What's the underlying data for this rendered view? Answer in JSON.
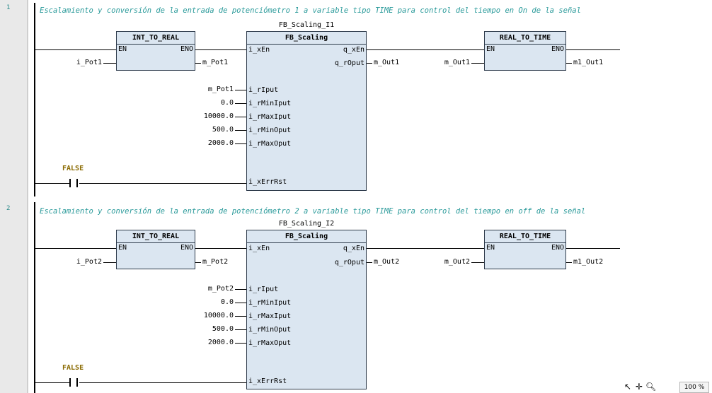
{
  "networks": [
    {
      "number": "1",
      "comment": "Escalamiento y conversión de la entrada de potenciómetro 1 a variable tipo TIME para control del tiempo en On de la señal",
      "convert_in": {
        "name": "INT_TO_REAL",
        "en": "EN",
        "eno": "ENO",
        "input": "i_Pot1",
        "output": "m_Pot1"
      },
      "scaling": {
        "instance": "FB_Scaling_I1",
        "type": "FB_Scaling",
        "pins": {
          "i_xEn": "i_xEn",
          "q_xEn": "q_xEn",
          "q_rOput": "q_rOput",
          "i_rIput": "i_rIput",
          "i_rMinIput": "i_rMinIput",
          "i_rMaxIput": "i_rMaxIput",
          "i_rMinOput": "i_rMinOput",
          "i_rMaxOput": "i_rMaxOput",
          "i_xErrRst": "i_xErrRst"
        },
        "inputs": {
          "i_rIput": "m_Pot1",
          "i_rMinIput": "0.0",
          "i_rMaxIput": "10000.0",
          "i_rMinOput": "500.0",
          "i_rMaxOput": "2000.0"
        },
        "output": "m_Out1"
      },
      "convert_out": {
        "name": "REAL_TO_TIME",
        "en": "EN",
        "eno": "ENO",
        "input": "m_Out1",
        "output": "m1_Out1"
      },
      "contact": "FALSE"
    },
    {
      "number": "2",
      "comment": "Escalamiento y conversión de la entrada de potenciómetro 2 a variable tipo TIME para control del tiempo en off de la señal",
      "convert_in": {
        "name": "INT_TO_REAL",
        "en": "EN",
        "eno": "ENO",
        "input": "i_Pot2",
        "output": "m_Pot2"
      },
      "scaling": {
        "instance": "FB_Scaling_I2",
        "type": "FB_Scaling",
        "pins": {
          "i_xEn": "i_xEn",
          "q_xEn": "q_xEn",
          "q_rOput": "q_rOput",
          "i_rIput": "i_rIput",
          "i_rMinIput": "i_rMinIput",
          "i_rMaxIput": "i_rMaxIput",
          "i_rMinOput": "i_rMinOput",
          "i_rMaxOput": "i_rMaxOput",
          "i_xErrRst": "i_xErrRst"
        },
        "inputs": {
          "i_rIput": "m_Pot2",
          "i_rMinIput": "0.0",
          "i_rMaxIput": "10000.0",
          "i_rMinOput": "500.0",
          "i_rMaxOput": "2000.0"
        },
        "output": "m_Out2"
      },
      "convert_out": {
        "name": "REAL_TO_TIME",
        "en": "EN",
        "eno": "ENO",
        "input": "m_Out2",
        "output": "m1_Out2"
      },
      "contact": "FALSE"
    }
  ],
  "status_bar": {
    "tools": {
      "pointer": "pointer-icon",
      "pan": "move-icon",
      "zoom": "zoom-icon"
    },
    "zoom_level": "100 %"
  },
  "colors": {
    "block_fill": "#dbe6f1",
    "comment": "#2a9a9a",
    "contact_label": "#8a6a00"
  }
}
